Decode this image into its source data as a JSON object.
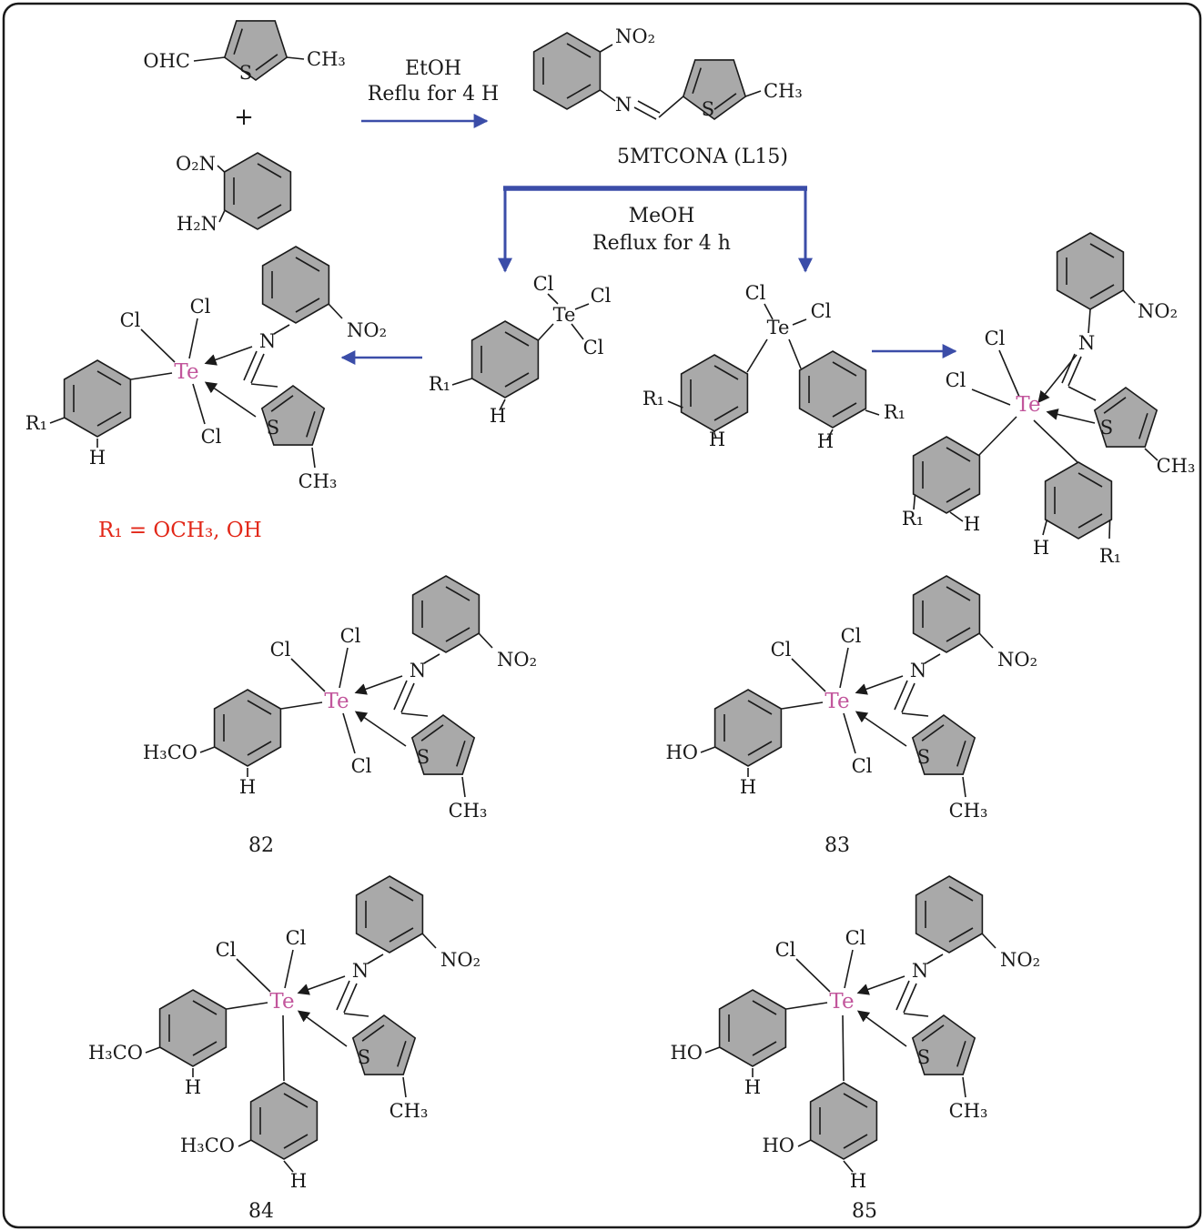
{
  "figure": {
    "description": "Synthesis scheme of organotellurium(IV) complexes with 5MTCONA Schiff base ligand"
  },
  "colors": {
    "arrow_blue": "#3b4da8",
    "te_pink": "#c2569c",
    "note_red": "#e22718",
    "ring_fill": "#a9a9a9",
    "bond_black": "#1a1a1a"
  },
  "atoms": {
    "te": "Te",
    "cl": "Cl",
    "n": "N",
    "s": "S",
    "h": "H",
    "no2": "NO₂",
    "ch3": "CH₃",
    "r1": "R₁",
    "ohc": "OHC",
    "o2n": "O₂N",
    "h2n": "H₂N",
    "plus": "+"
  },
  "reaction": {
    "step1_line1": "EtOH",
    "step1_line2": "Reflu for 4 H",
    "ligand_label": "5MTCONA (L15)",
    "step2_line1": "MeOH",
    "step2_line2": "Reflux for 4 h",
    "r1_note": "R₁ = OCH₃, OH"
  },
  "substituents": {
    "generic": "R₁",
    "methoxy": "H₃CO",
    "hydroxy": "HO"
  },
  "compound_numbers": {
    "c82": "82",
    "c83": "83",
    "c84": "84",
    "c85": "85"
  }
}
